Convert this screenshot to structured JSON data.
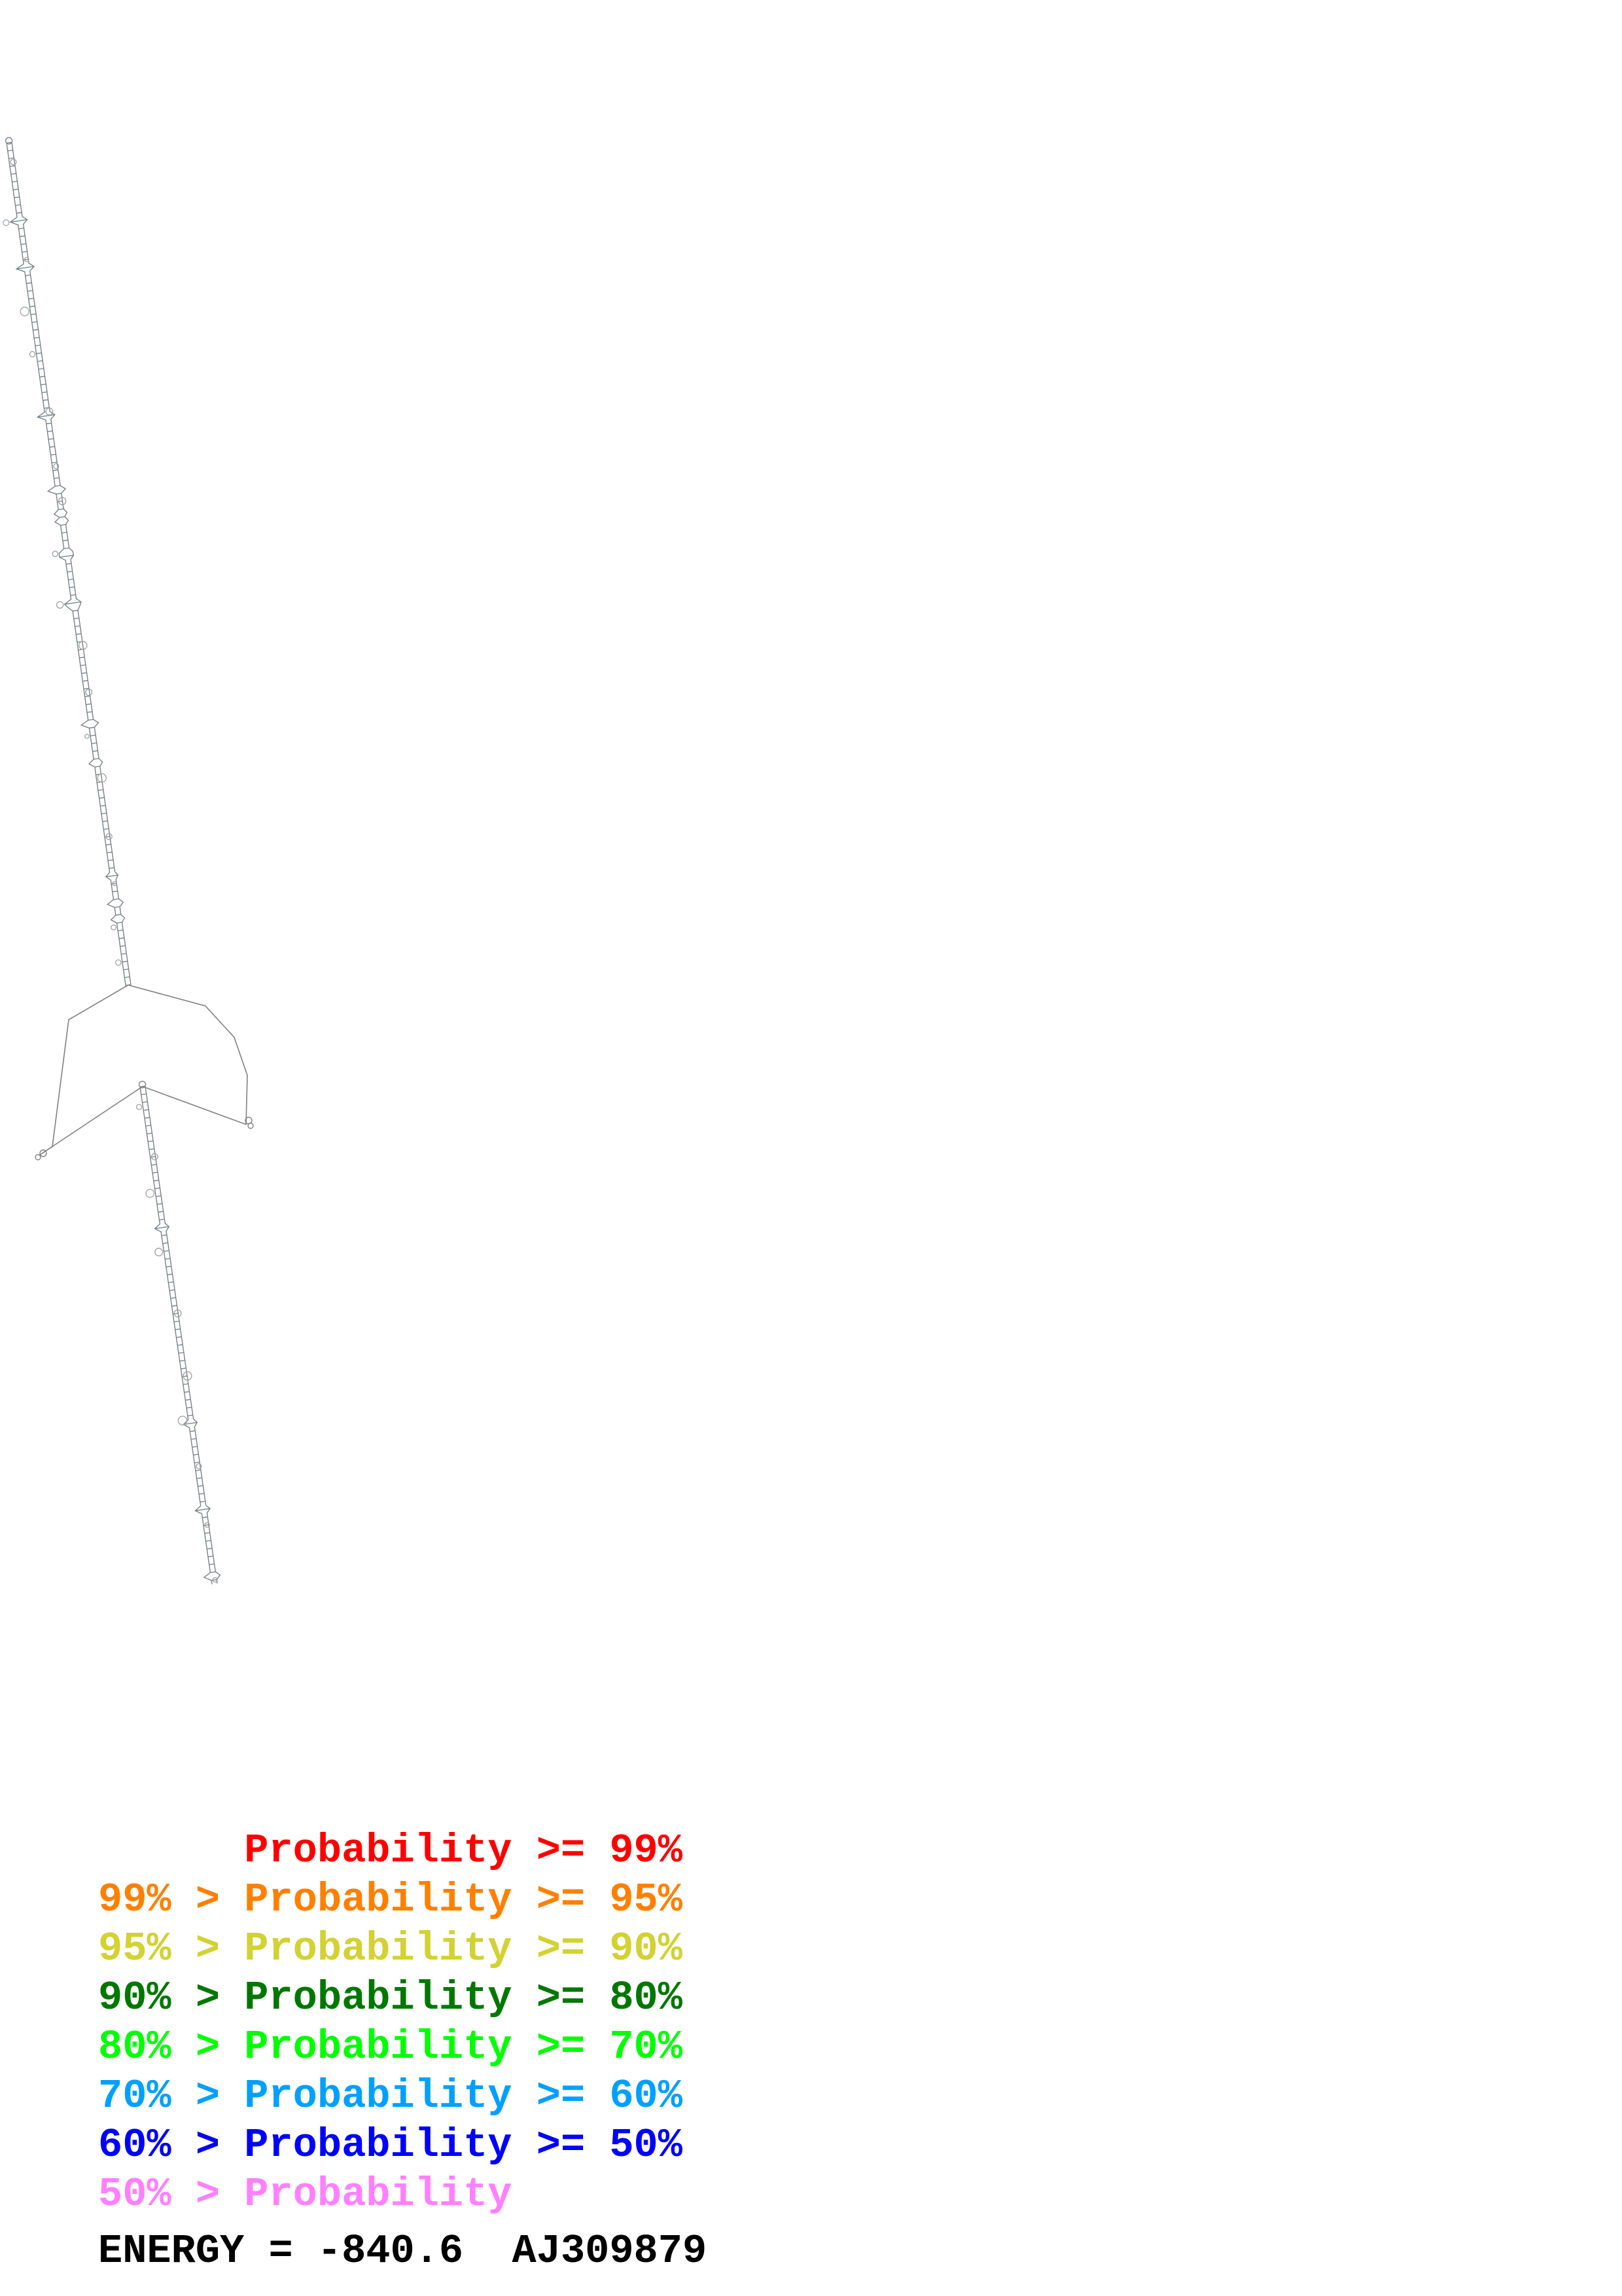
{
  "legend": {
    "rows": [
      {
        "prefix": "",
        "label": "Probability",
        "suffix": ">= 99%",
        "color": "#ff0000"
      },
      {
        "prefix": "99% >",
        "label": "Probability",
        "suffix": ">= 95%",
        "color": "#ff8000"
      },
      {
        "prefix": "95% >",
        "label": "Probability",
        "suffix": ">= 90%",
        "color": "#d2d232"
      },
      {
        "prefix": "90% >",
        "label": "Probability",
        "suffix": ">= 80%",
        "color": "#007800"
      },
      {
        "prefix": "80% >",
        "label": "Probability",
        "suffix": ">= 70%",
        "color": "#00ff00"
      },
      {
        "prefix": "70% >",
        "label": "Probability",
        "suffix": ">= 60%",
        "color": "#00a0ff"
      },
      {
        "prefix": "60% >",
        "label": "Probability",
        "suffix": ">= 50%",
        "color": "#0000ff"
      },
      {
        "prefix": "50% >",
        "label": "Probability",
        "suffix": "",
        "color": "#ff80ff"
      }
    ]
  },
  "footer": {
    "energy_label": "ENERGY = ",
    "energy_value": "-840.6",
    "accession": "AJ309879"
  },
  "structure": {
    "line_color": "#808080",
    "base_color": "#a0a0a0",
    "pair_color": "#5a8a96"
  }
}
